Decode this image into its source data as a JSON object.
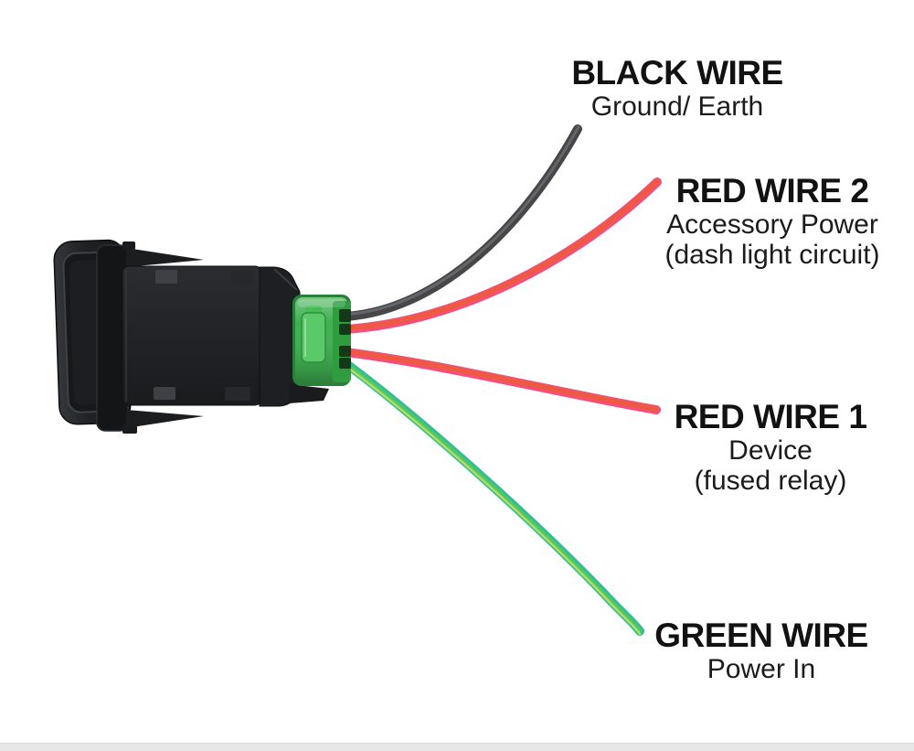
{
  "labels": {
    "black": {
      "title": "BLACK WIRE",
      "sub1": "Ground/ Earth"
    },
    "red2": {
      "title": "RED WIRE 2",
      "sub1": "Accessory Power",
      "sub2": "(dash light circuit)"
    },
    "red1": {
      "title": "RED WIRE 1",
      "sub1": "Device",
      "sub2": "(fused relay)"
    },
    "green": {
      "title": "GREEN WIRE",
      "sub1": "Power In"
    }
  },
  "colors": {
    "label_text": "#121212",
    "black_wire": "#47474a",
    "black_wire_sheen": "#6c6c70",
    "red_wire": "#f2507a",
    "red_wire_core": "#ef5a3e",
    "green_wire": "#2fbf93",
    "green_wire_core": "#55c75f",
    "green_wire_edge": "#c3db68",
    "connector_green": "#3fb050",
    "connector_shroud": "#2f9c40",
    "connector_latch": "#5ac96a",
    "switch_body_black": "#222327",
    "bottom_bar": "#e7e7e7"
  }
}
